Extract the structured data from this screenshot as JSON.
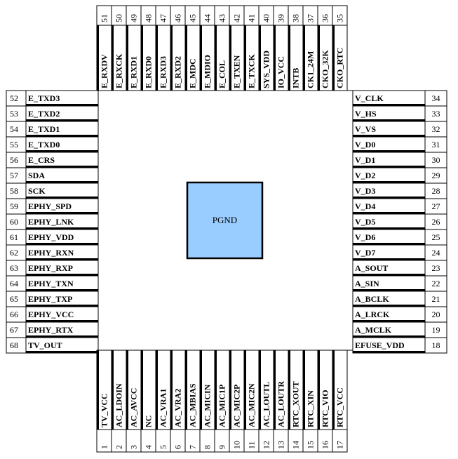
{
  "center_label": "PGND",
  "pins": {
    "bottom": [
      {
        "n": "1",
        "name": "TV_VCC"
      },
      {
        "n": "2",
        "name": "AC_LDOIN"
      },
      {
        "n": "3",
        "name": "AC_AVCC"
      },
      {
        "n": "4",
        "name": "NC"
      },
      {
        "n": "5",
        "name": "AC_VRA1"
      },
      {
        "n": "6",
        "name": "AC_VRA2"
      },
      {
        "n": "7",
        "name": "AC_MBIAS"
      },
      {
        "n": "8",
        "name": "AC_MICIN"
      },
      {
        "n": "9",
        "name": "AC_MIC1P"
      },
      {
        "n": "10",
        "name": "AC_MIC2P"
      },
      {
        "n": "11",
        "name": "AC_MIC2N"
      },
      {
        "n": "12",
        "name": "AC_LOUTL"
      },
      {
        "n": "13",
        "name": "AC_LOUTR"
      },
      {
        "n": "14",
        "name": "RTC_XOUT"
      },
      {
        "n": "15",
        "name": "RTC_XIN"
      },
      {
        "n": "16",
        "name": "RTC_VIO"
      },
      {
        "n": "17",
        "name": "RTC_VCC"
      }
    ],
    "right": [
      {
        "n": "34",
        "name": "V_CLK"
      },
      {
        "n": "33",
        "name": "V_HS"
      },
      {
        "n": "32",
        "name": "V_VS"
      },
      {
        "n": "31",
        "name": "V_D0"
      },
      {
        "n": "30",
        "name": "V_D1"
      },
      {
        "n": "29",
        "name": "V_D2"
      },
      {
        "n": "28",
        "name": "V_D3"
      },
      {
        "n": "27",
        "name": "V_D4"
      },
      {
        "n": "26",
        "name": "V_D5"
      },
      {
        "n": "25",
        "name": "V_D6"
      },
      {
        "n": "24",
        "name": "V_D7"
      },
      {
        "n": "23",
        "name": "A_SOUT"
      },
      {
        "n": "22",
        "name": "A_SIN"
      },
      {
        "n": "21",
        "name": "A_BCLK"
      },
      {
        "n": "20",
        "name": "A_LRCK"
      },
      {
        "n": "19",
        "name": "A_MCLK"
      },
      {
        "n": "18",
        "name": "EFUSE_VDD"
      }
    ],
    "top": [
      {
        "n": "51",
        "name": "E_RXDV"
      },
      {
        "n": "50",
        "name": "E_RXCK"
      },
      {
        "n": "49",
        "name": "E_RXD1"
      },
      {
        "n": "48",
        "name": "E_RXD0"
      },
      {
        "n": "47",
        "name": "E_RXD3"
      },
      {
        "n": "46",
        "name": "E_RXD2"
      },
      {
        "n": "45",
        "name": "E_MDC"
      },
      {
        "n": "44",
        "name": "E_MDIO"
      },
      {
        "n": "43",
        "name": "E_COL"
      },
      {
        "n": "42",
        "name": "E_TXEN"
      },
      {
        "n": "41",
        "name": "E_TXCK"
      },
      {
        "n": "40",
        "name": "SYS_VDD"
      },
      {
        "n": "39",
        "name": "IO_VCC"
      },
      {
        "n": "38",
        "name": "INTB"
      },
      {
        "n": "37",
        "name": "CK1_24M"
      },
      {
        "n": "36",
        "name": "CKO_32K"
      },
      {
        "n": "35",
        "name": "CKO_RTC"
      }
    ],
    "left": [
      {
        "n": "52",
        "name": "E_TXD3"
      },
      {
        "n": "53",
        "name": "E_TXD2"
      },
      {
        "n": "54",
        "name": "E_TXD1"
      },
      {
        "n": "55",
        "name": "E_TXD0"
      },
      {
        "n": "56",
        "name": "E_CRS"
      },
      {
        "n": "57",
        "name": "SDA"
      },
      {
        "n": "58",
        "name": "SCK"
      },
      {
        "n": "59",
        "name": "EPHY_SPD"
      },
      {
        "n": "60",
        "name": "EPHY_LNK"
      },
      {
        "n": "61",
        "name": "EPHY_VDD"
      },
      {
        "n": "62",
        "name": "EPHY_RXN"
      },
      {
        "n": "63",
        "name": "EPHY_RXP"
      },
      {
        "n": "64",
        "name": "EPHY_TXN"
      },
      {
        "n": "65",
        "name": "EPHY_TXP"
      },
      {
        "n": "66",
        "name": "EPHY_VCC"
      },
      {
        "n": "67",
        "name": "EPHY_RTX"
      },
      {
        "n": "68",
        "name": "TV_OUT"
      }
    ]
  },
  "colors": {
    "center_fill": "#99ccff",
    "outline": "#000000"
  }
}
